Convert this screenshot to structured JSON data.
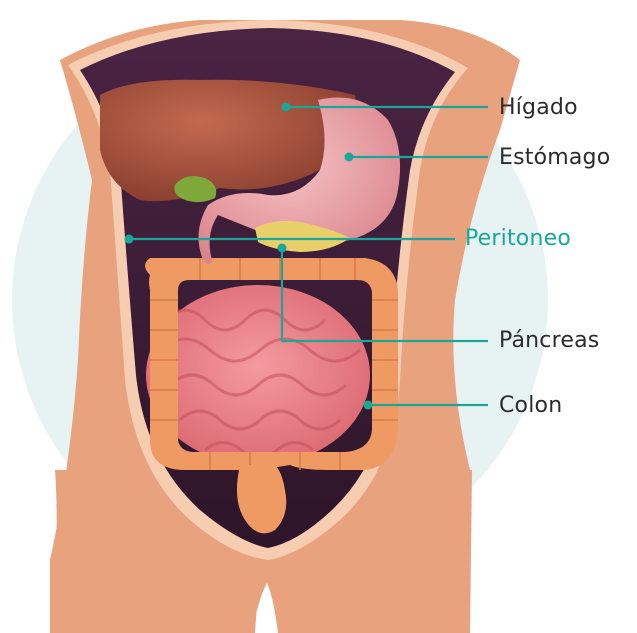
{
  "labels": {
    "liver": "Hígado",
    "stomach": "Estómago",
    "peritoneum": "Peritoneo",
    "pancreas": "Páncreas",
    "colon": "Colon"
  },
  "colors": {
    "accent": "#1aa79a",
    "label_text": "#2b2b2b",
    "background_circle": "#e7f3f3",
    "skin": "#e8a27e",
    "cavity": "#3a1d34",
    "liver": "#a9513c",
    "stomach": "#e9a0a6",
    "colon": "#ef9a63",
    "small_intestine": "#e97a80",
    "gallbladder": "#7fa83a",
    "pancreas": "#e8cf6a"
  }
}
